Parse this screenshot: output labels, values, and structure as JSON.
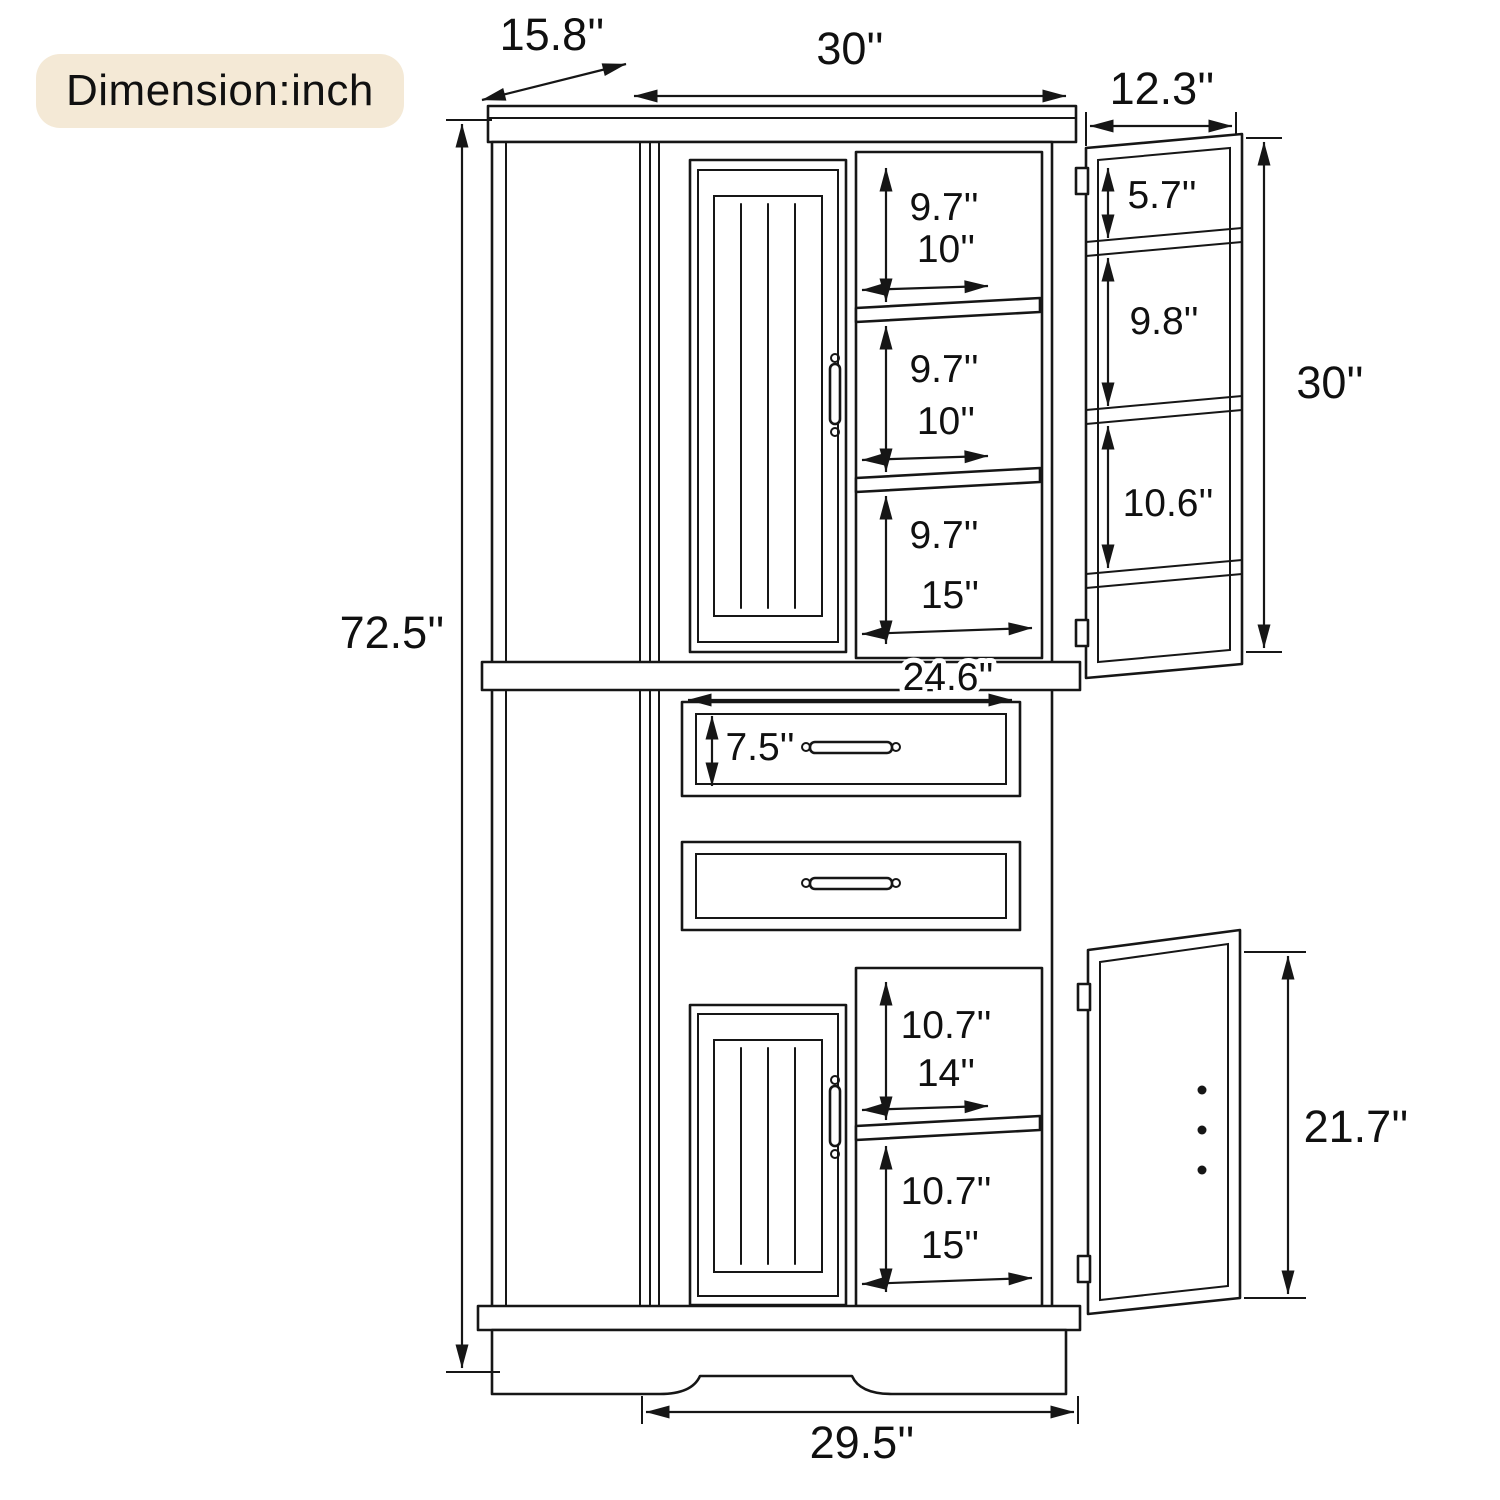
{
  "badge": {
    "label": "Dimension:inch"
  },
  "diagram": {
    "product": "tall storage cabinet with doors and drawers",
    "unit": "inch",
    "overall": {
      "height": "72.5''",
      "top_width": "30''",
      "top_depth": "15.8''",
      "base_width": "29.5''"
    },
    "upper_cabinet": {
      "shelf_gap_top": "9.7''",
      "shelf_depth_top": "10''",
      "shelf_gap_middle": "9.7''",
      "shelf_depth_middle": "10''",
      "shelf_gap_bottom": "9.7''",
      "opening_width": "15''"
    },
    "upper_door": {
      "width": "12.3''",
      "height": "30''",
      "rack_top": "5.7''",
      "rack_middle": "9.8''",
      "rack_bottom": "10.6''"
    },
    "drawer": {
      "height": "7.5''",
      "width": "24.6''"
    },
    "lower_cabinet": {
      "gap_above_shelf": "10.7''",
      "shelf_depth": "14''",
      "gap_below_shelf": "10.7''",
      "opening_width": "15''"
    },
    "lower_door": {
      "height": "21.7''"
    }
  }
}
